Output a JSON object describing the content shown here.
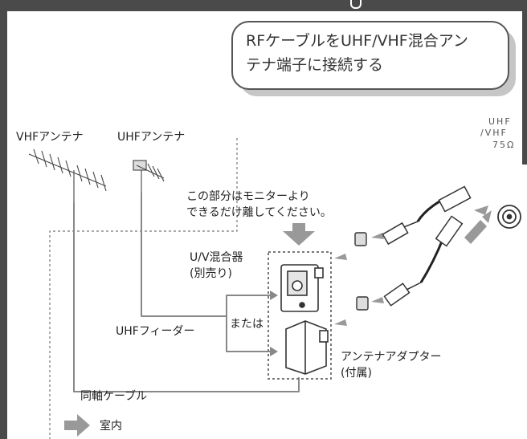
{
  "callout": {
    "line1": "RFケーブルをUHF/VHF混合アン",
    "line2": "テナ端子に接続する"
  },
  "labels": {
    "vhf_antenna": "VHFアンテナ",
    "uhf_antenna": "UHFアンテナ",
    "note_line1": "この部分はモニターより",
    "note_line2": "できるだけ離してください。",
    "mixer_line1": "U/V混合器",
    "mixer_line2": "(別売り)",
    "or": "または",
    "uhf_feeder": "UHFフィーダー",
    "adapter_line1": "アンテナアダプター",
    "adapter_line2": "(付属)",
    "coax_cable": "同軸ケーブル",
    "indoor": "室内",
    "terminal_line1": "UHF",
    "terminal_line2": "/VHF",
    "terminal_line3": "75Ω"
  },
  "colors": {
    "frame": "#4a4a4a",
    "arrow": "#999999",
    "line": "#888888"
  }
}
